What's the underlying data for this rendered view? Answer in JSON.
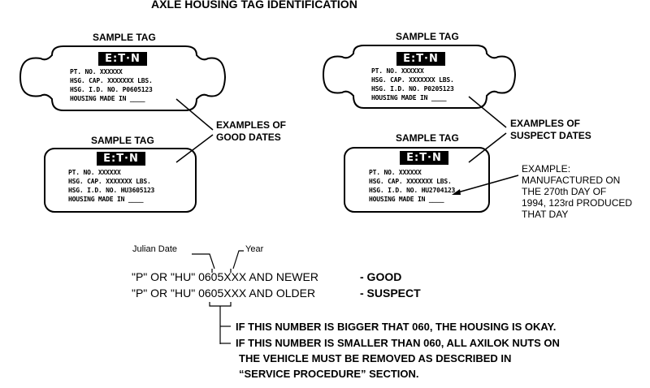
{
  "title": "AXLE HOUSING TAG IDENTIFICATION",
  "logo_text": "E:T·N",
  "sample_tag_label": "SAMPLE TAG",
  "good_tag_top": {
    "line1": "PT. NO. XXXXXX",
    "line2": "HSG. CAP. XXXXXXX LBS.",
    "line3": "HSG. I.D. NO. P0605123",
    "line4": "HOUSING MADE IN ____"
  },
  "good_tag_bottom": {
    "line1": "PT. NO. XXXXXX",
    "line2": "HSG. CAP. XXXXXXX LBS.",
    "line3": "HSG. I.D. NO. HU3605123",
    "line4": "HOUSING MADE IN ____"
  },
  "suspect_tag_top": {
    "line1": "PT. NO. XXXXXX",
    "line2": "HSG. CAP. XXXXXXX LBS.",
    "line3": "HSG. I.D. NO. P0205123",
    "line4": "HOUSING MADE IN ____"
  },
  "suspect_tag_bottom": {
    "line1": "PT. NO. XXXXXX",
    "line2": "HSG. CAP. XXXXXXX LBS.",
    "line3": "HSG. I.D. NO. HU2704123",
    "line4": "HOUSING MADE IN ____"
  },
  "good_dates_label": [
    "EXAMPLES OF",
    "GOOD DATES"
  ],
  "suspect_dates_label": [
    "EXAMPLES OF",
    "SUSPECT DATES"
  ],
  "example_note": [
    "EXAMPLE:",
    "MANUFACTURED ON",
    "THE 270th DAY OF",
    "1994, 123rd PRODUCED",
    "THAT DAY"
  ],
  "julian_label": "Julian Date",
  "year_label": "Year",
  "code_lines": {
    "prefix": "\"P\" OR \"HU\" ",
    "code": "0605XXX",
    "newer": " AND NEWER",
    "newer_result": "- GOOD",
    "older": " AND OLDER",
    "older_result": "- SUSPECT"
  },
  "rules": [
    "IF THIS NUMBER IS BIGGER THAT 060, THE HOUSING IS OKAY.",
    "IF THIS NUMBER IS SMALLER THAN 060, ALL AXILOK NUTS ON",
    "THE VEHICLE MUST BE REMOVED AS DESCRIBED IN",
    "“SERVICE PROCEDURE” SECTION."
  ]
}
